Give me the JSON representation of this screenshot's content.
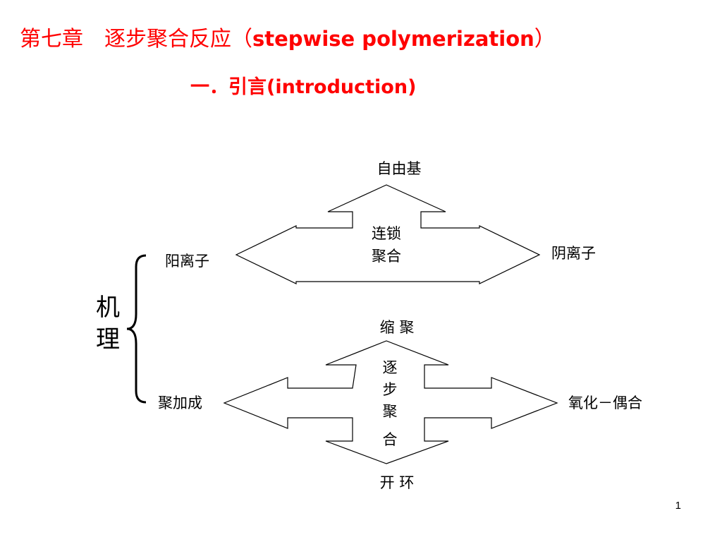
{
  "slide": {
    "title_cn": "第七章　逐步聚合反应（",
    "title_en": "stepwise polymerization",
    "title_close": "）",
    "subtitle_cn": "一．引言",
    "subtitle_en": "(introduction)",
    "page_number": "1",
    "title_color": "#ff0000"
  },
  "diagram": {
    "mechanism_label": [
      "机",
      "理"
    ],
    "chain": {
      "center": [
        "连锁",
        "聚合"
      ],
      "top": "自由基",
      "left": "阳离子",
      "right": "阴离子"
    },
    "step": {
      "center": [
        "逐",
        "步",
        "聚",
        "合"
      ],
      "top": "缩 聚",
      "bottom": "开 环",
      "left": "聚加成",
      "right": "氧化－偶合"
    }
  }
}
